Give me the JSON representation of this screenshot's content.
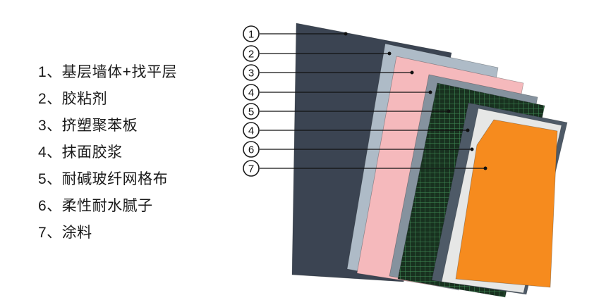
{
  "legend": {
    "items": [
      {
        "text": "1、基层墙体+找平层"
      },
      {
        "text": "2、胶粘剂"
      },
      {
        "text": "3、挤塑聚苯板"
      },
      {
        "text": "4、抹面胶浆"
      },
      {
        "text": "5、耐碱玻纤网格布"
      },
      {
        "text": "6、柔性耐水腻子"
      },
      {
        "text": "7、涂料"
      }
    ]
  },
  "callouts": {
    "labels": [
      "1",
      "2",
      "3",
      "4",
      "5",
      "4",
      "6",
      "7"
    ]
  },
  "layers": [
    {
      "name": "base-wall",
      "color": "#3b4452"
    },
    {
      "name": "adhesive",
      "color": "#aebbc7"
    },
    {
      "name": "xps-board",
      "color": "#f5b9bc"
    },
    {
      "name": "mortar-1",
      "color": "#85929e"
    },
    {
      "name": "mesh",
      "color": "#18311f"
    },
    {
      "name": "mortar-2",
      "color": "#4e5a67"
    },
    {
      "name": "putty",
      "color": "#e6e7e6"
    },
    {
      "name": "coating",
      "color": "#f68b1e"
    }
  ],
  "mesh_grid": {
    "line_color": "#3f8a55"
  }
}
